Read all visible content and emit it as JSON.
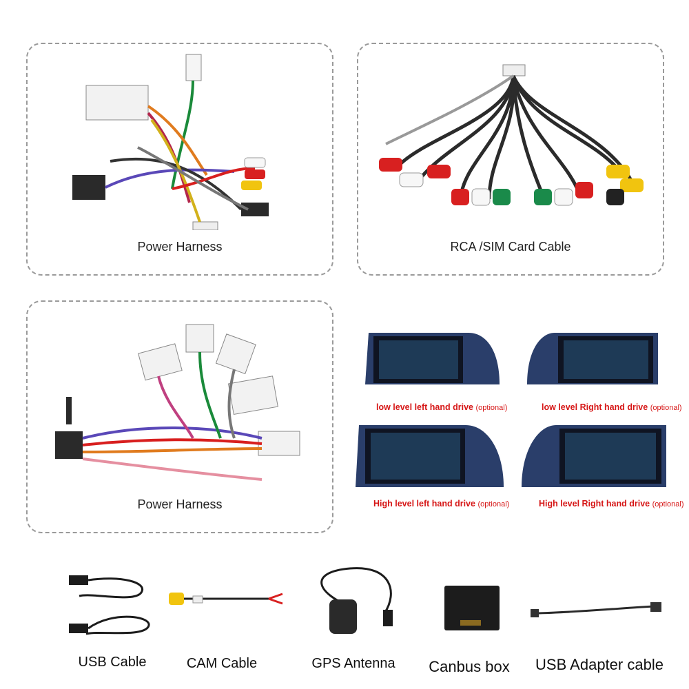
{
  "panels": {
    "power_harness_1": {
      "label": "Power Harness"
    },
    "rca_sim": {
      "label": "RCA /SIM Card Cable"
    },
    "power_harness_2": {
      "label": "Power Harness"
    }
  },
  "screens": [
    {
      "label": "low level left hand drive",
      "optional": "(optional)"
    },
    {
      "label": "low level Right hand drive",
      "optional": "(optional)"
    },
    {
      "label": "High level left hand drive",
      "optional": "(optional)"
    },
    {
      "label": "High level Right hand drive",
      "optional": "(optional)"
    }
  ],
  "accessories": [
    {
      "label": "USB Cable"
    },
    {
      "label": "CAM Cable"
    },
    {
      "label": "GPS Antenna"
    },
    {
      "label": "Canbus box"
    },
    {
      "label": "USB Adapter cable"
    }
  ],
  "colors": {
    "caption_red": "#d61616",
    "panel_border": "#9a9a9a"
  }
}
